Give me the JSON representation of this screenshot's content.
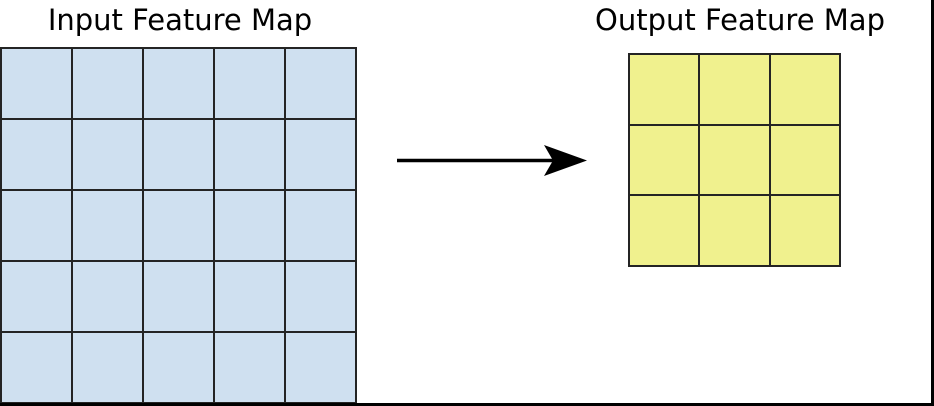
{
  "diagram": {
    "type": "feature-map-transformation",
    "background": "#ffffff",
    "frame_color": "#000000"
  },
  "grids": {
    "input": {
      "label": "Input Feature Map",
      "rows": 5,
      "cols": 5,
      "fill": "#cfe0f0",
      "line_color": "#242424"
    },
    "output": {
      "label": "Output Feature Map",
      "rows": 3,
      "cols": 3,
      "fill": "#f0f18e",
      "line_color": "#242424"
    }
  },
  "arrow": {
    "direction": "right",
    "color": "#000000"
  }
}
